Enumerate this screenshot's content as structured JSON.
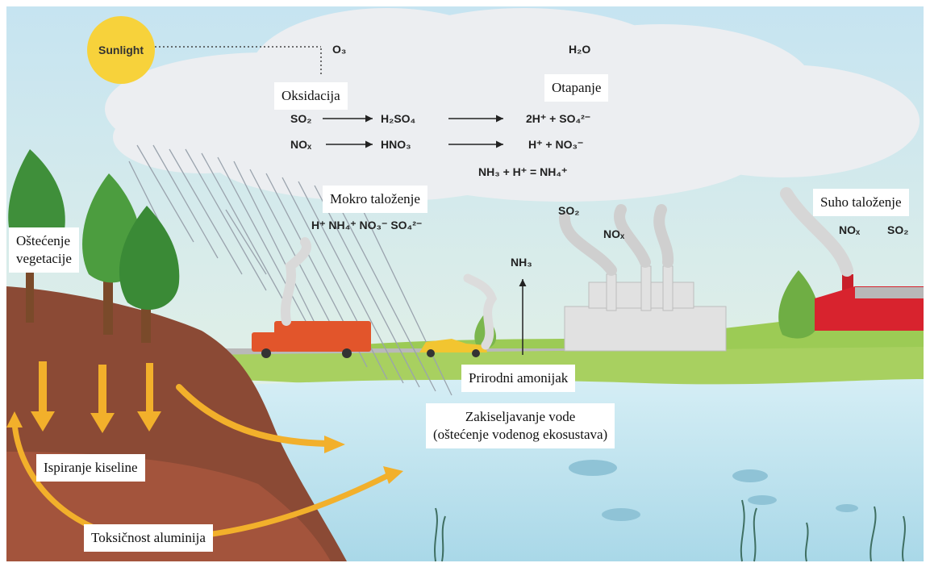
{
  "sun": {
    "label": "Sunlight"
  },
  "cloud": {
    "o3": "O₃",
    "h2o": "H₂O",
    "so2": "SO₂",
    "nox": "NOₓ",
    "h2so4": "H₂SO₄",
    "hno3": "HNO₃",
    "eq1_product": "2H⁺ + SO₄²⁻",
    "eq2_product": "H⁺ + NO₃⁻",
    "eq3": "NH₃ + H⁺ = NH₄⁺"
  },
  "wet_deposition_ions": "H⁺ NH₄⁺ NO₃⁻ SO₄²⁻",
  "factory_emissions": {
    "so2": "SO₂",
    "nox": "NOₓ"
  },
  "ammonia": "NH₃",
  "dry_deposition_gases": {
    "nox": "NOₓ",
    "so2": "SO₂"
  },
  "labels": {
    "oksidacija": "Oksidacija",
    "otapanje": "Otapanje",
    "mokro": "Mokro taloženje",
    "suho": "Suho taloženje",
    "ostecenje_line1": "Oštećenje",
    "ostecenje_line2": "vegetacije",
    "prirodni": "Prirodni amonijak",
    "zakiseljavanje_line1": "Zakiseljavanje vode",
    "zakiseljavanje_line2": "(oštećenje vodenog ekosustava)",
    "ispiranje": "Ispiranje kiseline",
    "toksicnost": "Toksičnost aluminija"
  },
  "colors": {
    "sky_top": "#c9e6f2",
    "sky_bottom": "#e9f4e0",
    "cloud": "#eceef1",
    "sun": "#f7d23b",
    "soil": "#8b4a35",
    "grass": "#8fbf4a",
    "water": "#bfe3ee",
    "arrow": "#f2b02b",
    "tree": "#3f8f3a",
    "truck": "#e2552b",
    "car": "#f2c530",
    "barn": "#d8232e"
  }
}
